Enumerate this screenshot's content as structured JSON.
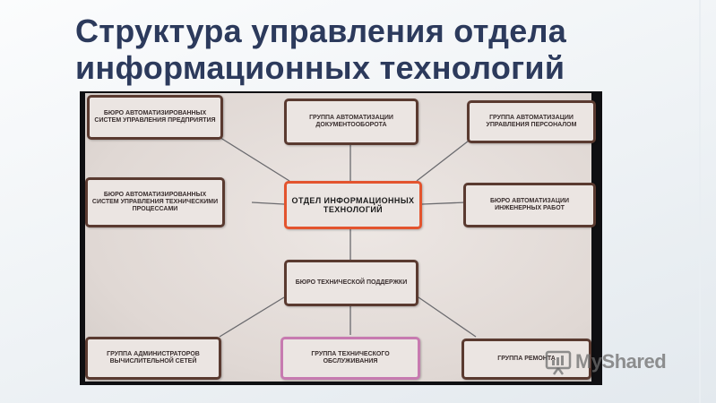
{
  "slide": {
    "title_line1": "Структура управления отдела",
    "title_line2": "информационных технологий"
  },
  "diagram": {
    "center": "Отдел информационных технологий",
    "top_left": "Бюро автоматизированных систем управления предприятия",
    "top_center": "Группа автоматизации документооборота",
    "top_right": "Группа автоматизации управления персоналом",
    "mid_left": "Бюро автоматизированных систем управления техническими процессами",
    "mid_right": "Бюро автоматизации инженерных работ",
    "support": "Бюро технической поддержки",
    "bottom_left": "Группа администраторов вычислительной сетей",
    "bottom_center": "Группа технического обслуживания",
    "bottom_right": "Группа ремонта"
  },
  "watermark": {
    "text": "MyShared"
  },
  "colors": {
    "title": "#2c3a5c",
    "center_border": "#e3542e",
    "box_border": "#5a3a30",
    "pink_border": "#c77ab0"
  }
}
